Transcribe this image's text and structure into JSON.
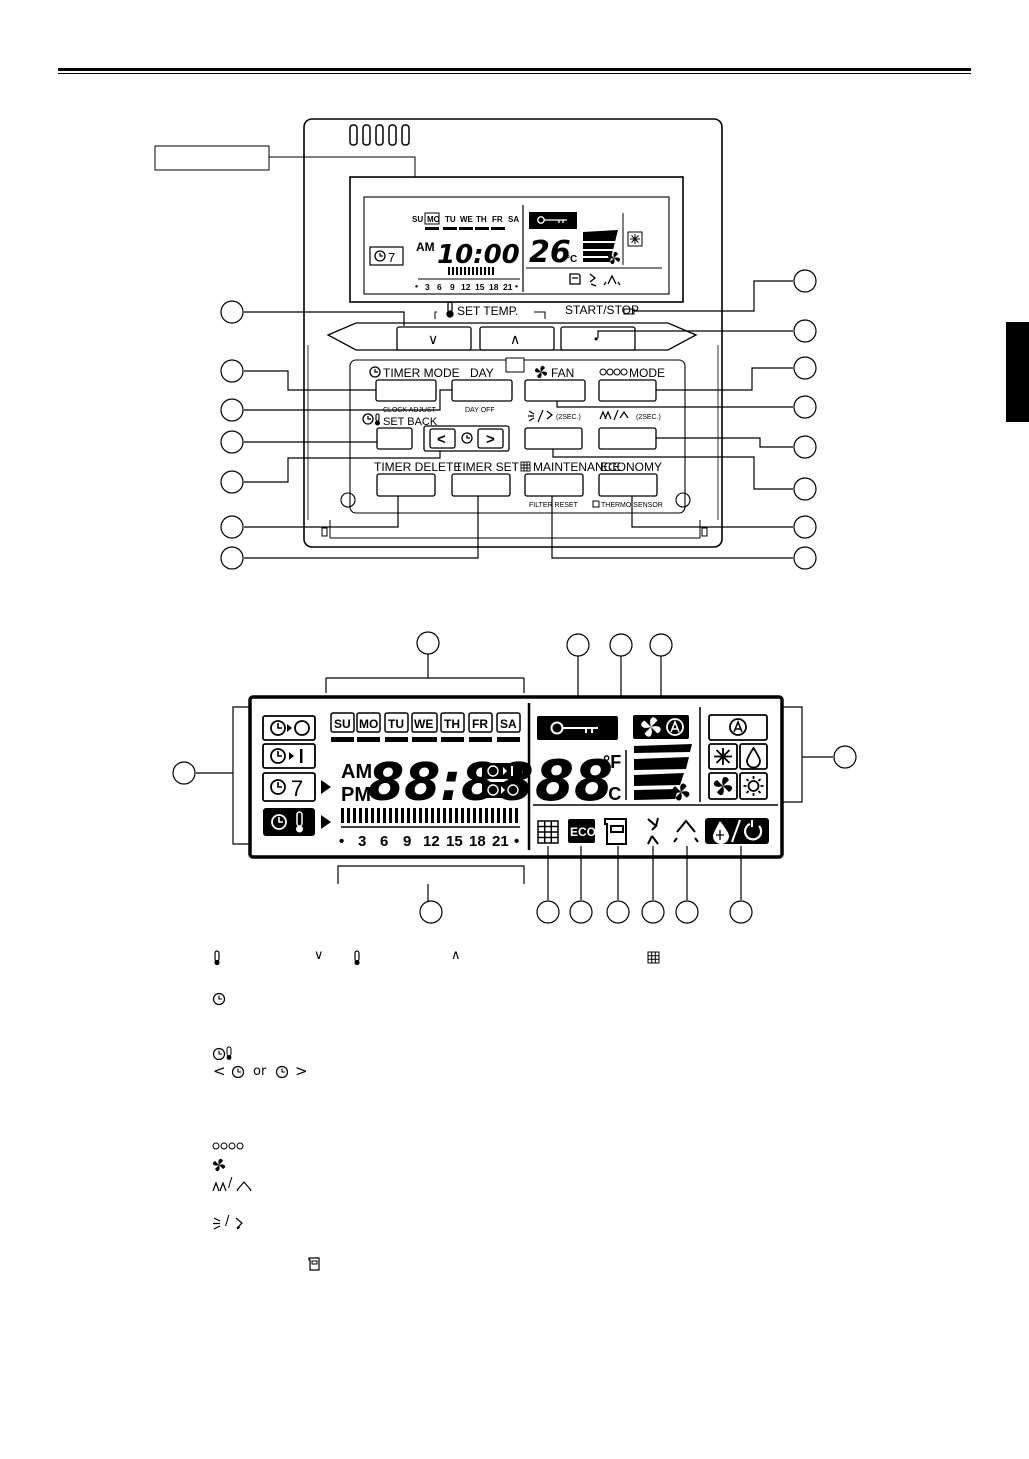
{
  "remote": {
    "set_temp_label": "SET TEMP.",
    "start_stop_label": "START/STOP",
    "lcd": {
      "days": [
        "SU",
        "MO",
        "TU",
        "WE",
        "TH",
        "FR",
        "SA"
      ],
      "ampm": "AM",
      "time": "10:00",
      "temp": "26",
      "unit": "°C",
      "timer_day": "7",
      "hours": [
        "3",
        "6",
        "9",
        "12",
        "15",
        "18",
        "21"
      ],
      "dot": "•"
    },
    "buttons": {
      "down": "∨",
      "up": "∧",
      "dot": "•",
      "timer_mode": "TIMER MODE",
      "clock_adjust": "CLOCK ADJUST",
      "day": "DAY",
      "day_off": "DAY OFF",
      "fan": "FAN",
      "mode": "MODE",
      "set_back": "SET BACK",
      "swing_2sec": "(2SEC.)",
      "airflow_2sec": "(2SEC.)",
      "left": "<",
      "right": ">",
      "timer_delete": "TIMER DELETE",
      "timer_set": "TIMER SET",
      "maintenance": "MAINTENANCE",
      "filter_reset": "FILTER RESET",
      "economy": "ECONOMY",
      "thermo_sensor": "THERMO SENSOR"
    }
  },
  "big_lcd": {
    "days": [
      "SU",
      "MO",
      "TU",
      "WE",
      "TH",
      "FR",
      "SA"
    ],
    "am": "AM",
    "pm": "PM",
    "time": "88:88",
    "temp": "88",
    "f": "°F",
    "c": "°C",
    "timer_day": "7",
    "hours": [
      "3",
      "6",
      "9",
      "12",
      "15",
      "18",
      "21"
    ],
    "dot": "•",
    "eco": "ECO"
  },
  "legend": {
    "down_sym": "∨",
    "up_sym": "∧",
    "lt": "<",
    "gt": ">",
    "or_text": "or",
    "swing_slash": "/",
    "airflow_slash": "/"
  }
}
